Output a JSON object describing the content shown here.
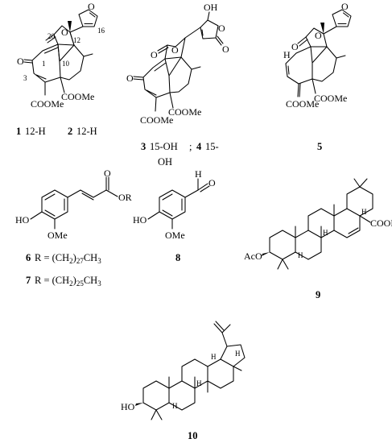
{
  "compounds": {
    "c1_5": {
      "labels": {
        "o_furan": "O",
        "n16": "16",
        "n12": "12",
        "n20": "20",
        "o_ring": "O",
        "o_ketone": "O",
        "n1": "1",
        "n10": "10",
        "n3": "3",
        "ester1": "COOMe",
        "ester2": "COOMe",
        "ester2_prefix": "COO",
        "ester2_me": "Me"
      },
      "captions": {
        "num1": "1",
        "text1": "12-H",
        "num2": "2",
        "text2": "12-H"
      }
    },
    "c3_4": {
      "labels": {
        "oh": "OH",
        "o_lactone": "O",
        "o_carbonyl": "O",
        "o_ring": "O",
        "o_exo": "O",
        "o_ketone": "O",
        "ester1": "COOMe",
        "ester2": "COOMe"
      },
      "captions": {
        "num3": "3",
        "text3": "15-OH",
        "sep": ";",
        "num4": "4",
        "text4a": "15-",
        "text4b": "OH"
      }
    },
    "c5": {
      "labels": {
        "o_furan": "O",
        "o_ring": "O",
        "o_exo": "O",
        "h": "H",
        "ester1": "COOMe",
        "ester2": "COOMe"
      },
      "captions": {
        "num5": "5"
      }
    },
    "c6_7": {
      "labels": {
        "o_carbonyl": "O",
        "or": "OR",
        "ho": "HO",
        "ome": "OMe"
      },
      "captions": {
        "num6": "6",
        "text6": "R = (CH",
        "sub6a": "2",
        "text6b": ")",
        "sub6b": "27",
        "text6c": "CH",
        "sub6c": "3",
        "num7": "7",
        "text7": "R = (CH",
        "sub7a": "2",
        "text7b": ")",
        "sub7b": "25",
        "text7c": "CH",
        "sub7c": "3"
      }
    },
    "c8": {
      "labels": {
        "h": "H",
        "o": "O",
        "ho": "HO",
        "ome": "OMe"
      },
      "captions": {
        "num8": "8"
      }
    },
    "c9": {
      "labels": {
        "aco": "AcO",
        "cooh": "COOH",
        "h1": "H",
        "h2": "H",
        "h3": "H"
      },
      "captions": {
        "num9": "9"
      }
    },
    "c10": {
      "labels": {
        "ho": "HO",
        "h1": "H",
        "h2": "H",
        "h3": "H",
        "h4": "H"
      },
      "captions": {
        "num10": "10"
      }
    }
  }
}
